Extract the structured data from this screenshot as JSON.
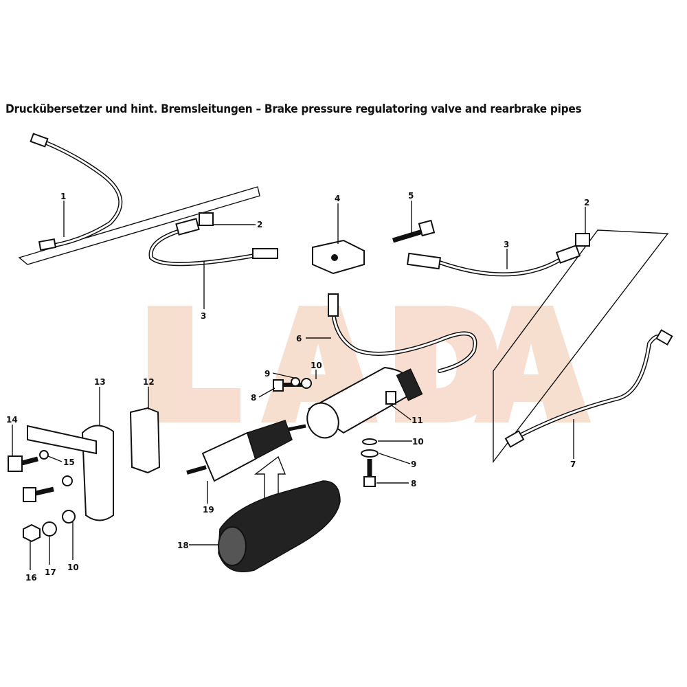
{
  "title": "Druckübersetzer und hint. Bremsleitungen – Brake pressure regulatoring valve and rearbrake pipes",
  "watermark": "LADA",
  "watermark_color": "#f6d9c8",
  "callouts": {
    "p1": "1",
    "p2a": "2",
    "p2b": "2",
    "p3a": "3",
    "p3b": "3",
    "p4": "4",
    "p5": "5",
    "p6": "6",
    "p7": "7",
    "p8a": "8",
    "p8b": "8",
    "p9a": "9",
    "p9b": "9",
    "p10a": "10",
    "p10b": "10",
    "p10c": "10",
    "p11": "11",
    "p12": "12",
    "p13": "13",
    "p14": "14",
    "p15": "15",
    "p16": "16",
    "p17": "17",
    "p18": "18",
    "p19": "19"
  }
}
